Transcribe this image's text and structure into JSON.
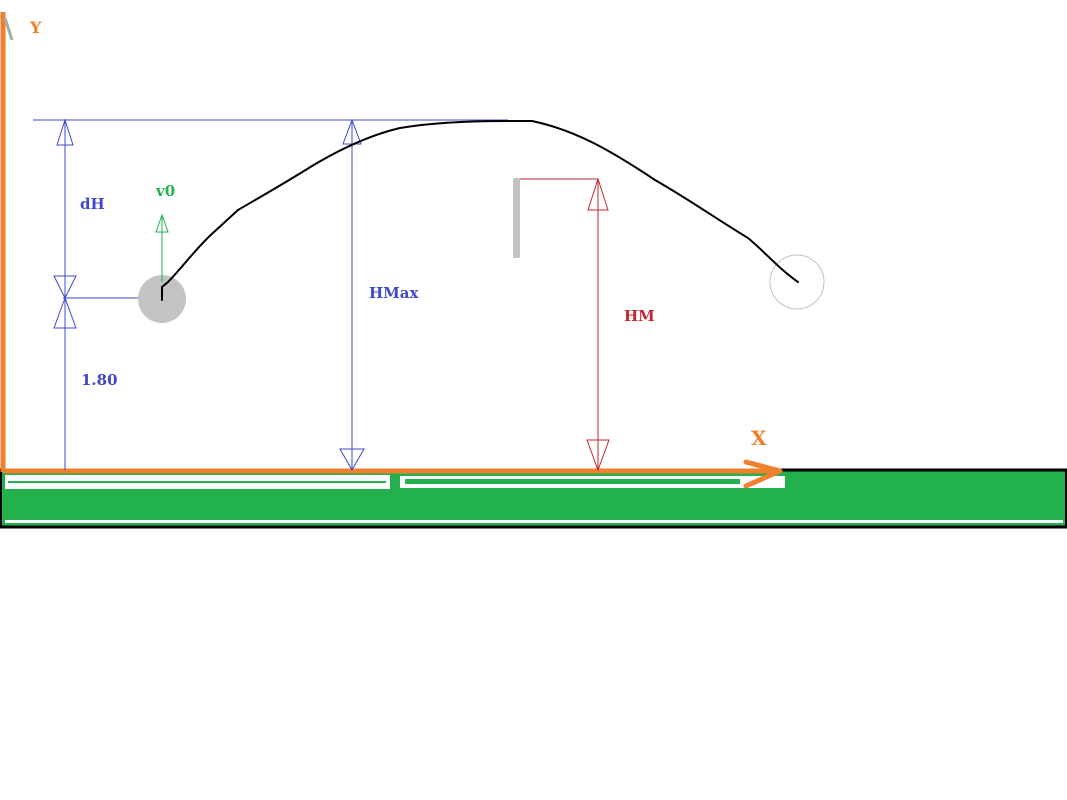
{
  "labels": {
    "y_axis": "Y",
    "x_axis": "X",
    "dh": "dH",
    "v0": "v0",
    "hmax": "HMax",
    "start_height": "1.80",
    "hm": "HM"
  },
  "colors": {
    "axis": "#f07f2e",
    "dimension_blue": "#3f48cc",
    "dimension_red": "#c1272d",
    "velocity_green": "#22b14c",
    "ground_green": "#22b14c",
    "ball_gray": "#c3c3c3",
    "trajectory": "#000000"
  }
}
